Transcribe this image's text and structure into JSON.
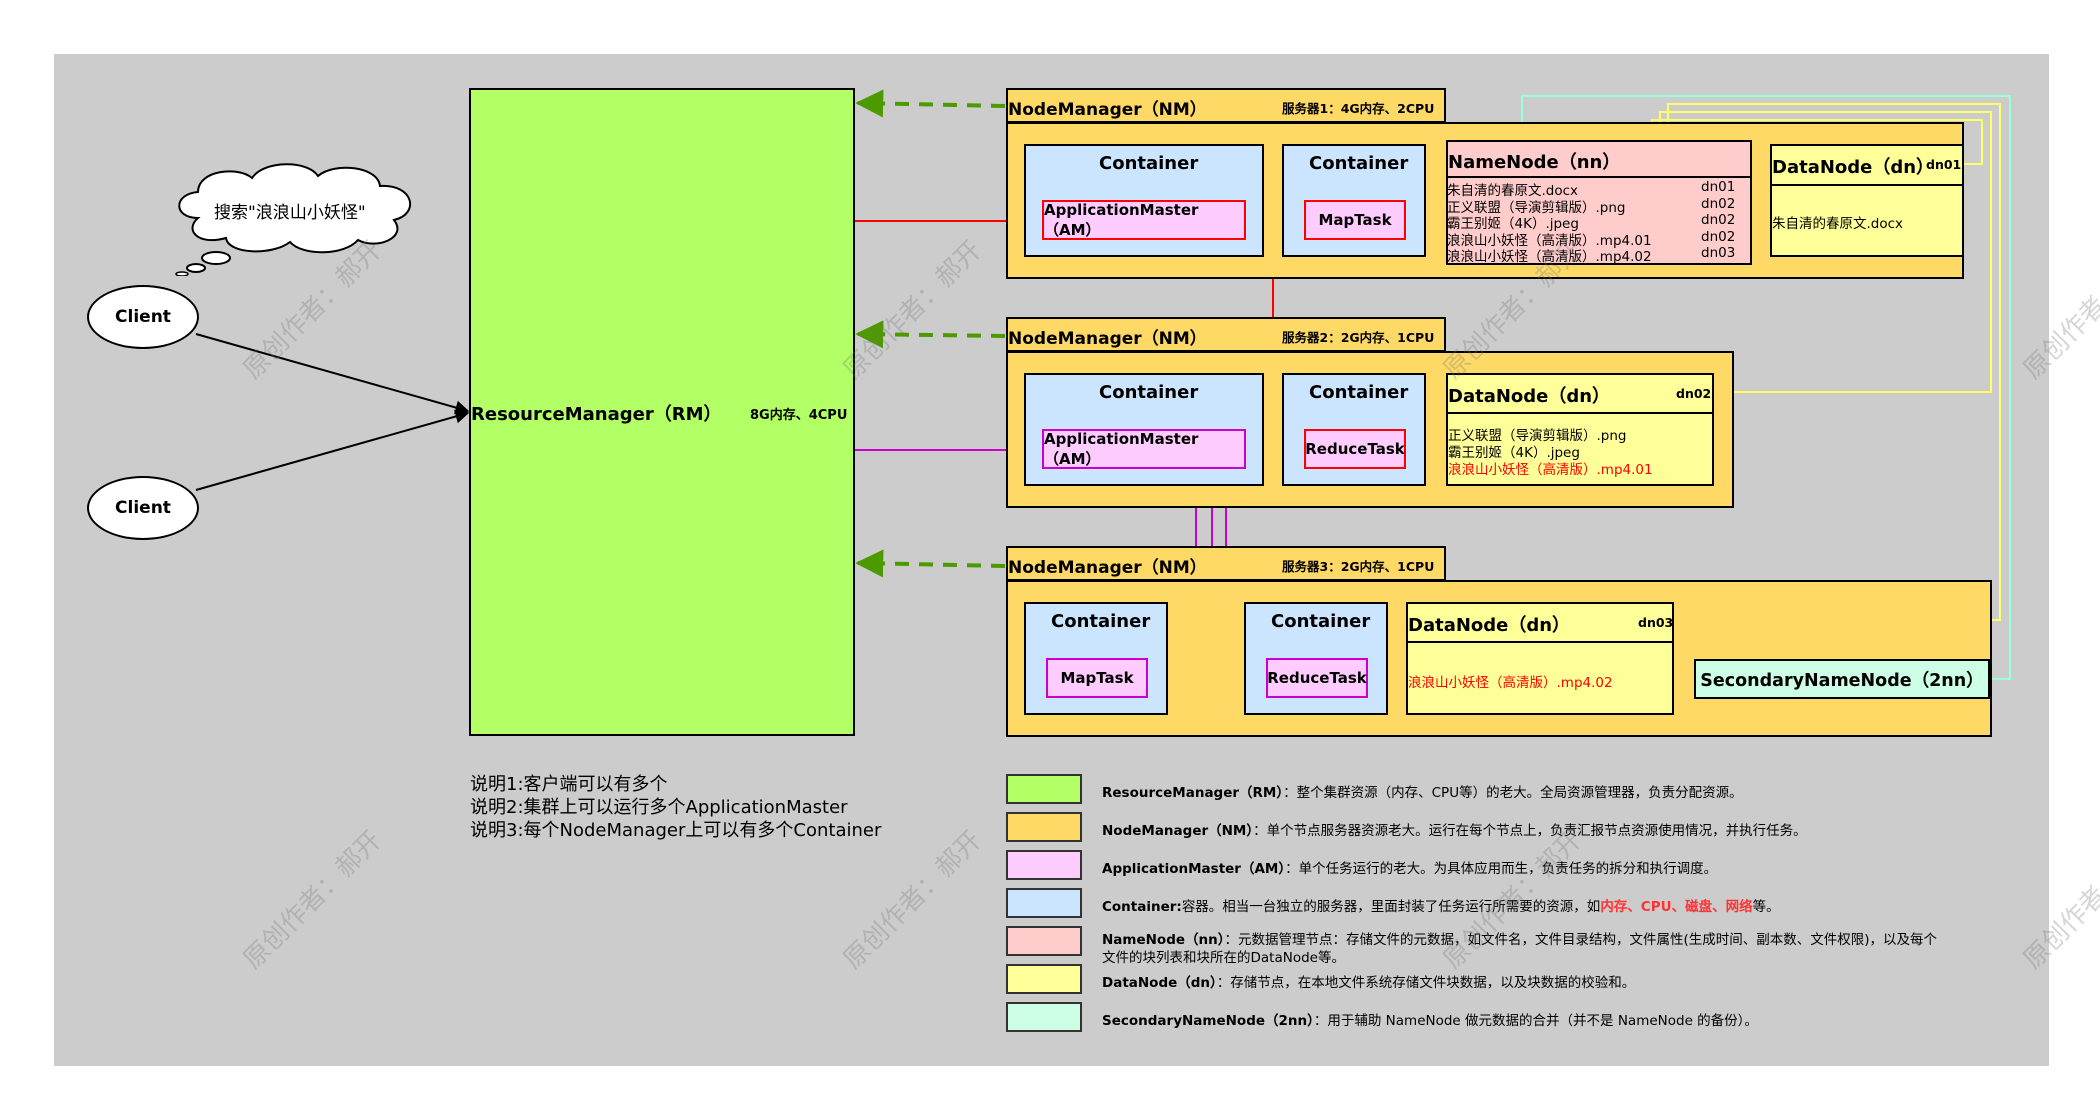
{
  "colors": {
    "background": "#cccccc",
    "resource_manager": "#b3ff66",
    "node_manager": "#ffd966",
    "application_master": "#ffccff",
    "container": "#cce5ff",
    "namenode": "#ffcccc",
    "datanode": "#ffff99",
    "secondary_namenode": "#ccffe6",
    "arrow_green": "#4d9900",
    "arrow_red": "#ff0000",
    "arrow_magenta": "#cc00cc",
    "line_yellow": "#ffff66",
    "line_teal": "#99ffdd"
  },
  "cloud": {
    "text": "搜索\"浪浪山小妖怪\""
  },
  "clients": [
    "Client",
    "Client"
  ],
  "rm": {
    "title": "ResourceManager（RM）",
    "spec": "8G内存、4CPU"
  },
  "nm1": {
    "title": "NodeManager（NM）",
    "spec": "服务器1：4G内存、2CPU",
    "container_a": "Container",
    "am": "ApplicationMaster（AM）",
    "container_b": "Container",
    "task": "MapTask",
    "namenode": {
      "title": "NameNode（nn）",
      "rows": [
        {
          "file": "朱自清的春原文.docx",
          "node": "dn01"
        },
        {
          "file": "正义联盟（导演剪辑版）.png",
          "node": "dn02"
        },
        {
          "file": "霸王别姬（4K）.jpeg",
          "node": "dn02"
        },
        {
          "file": "浪浪山小妖怪（高清版）.mp4.01",
          "node": "dn02"
        },
        {
          "file": "浪浪山小妖怪（高清版）.mp4.02",
          "node": "dn03"
        }
      ]
    },
    "datanode": {
      "title": "DataNode（dn）",
      "id": "dn01",
      "files": [
        "朱自清的春原文.docx"
      ]
    }
  },
  "nm2": {
    "title": "NodeManager（NM）",
    "spec": "服务器2：2G内存、1CPU",
    "container_a": "Container",
    "am": "ApplicationMaster（AM）",
    "container_b": "Container",
    "task": "ReduceTask",
    "datanode": {
      "title": "DataNode（dn）",
      "id": "dn02",
      "files": [
        "正义联盟（导演剪辑版）.png",
        "霸王别姬（4K）.jpeg"
      ],
      "highlight_file": "浪浪山小妖怪（高清版）.mp4.01"
    }
  },
  "nm3": {
    "title": "NodeManager（NM）",
    "spec": "服务器3：2G内存、1CPU",
    "container_a": "Container",
    "task_a": "MapTask",
    "container_b": "Container",
    "task_b": "ReduceTask",
    "datanode": {
      "title": "DataNode（dn）",
      "id": "dn03",
      "highlight_file": "浪浪山小妖怪（高清版）.mp4.02"
    },
    "secondary": "SecondaryNameNode（2nn）"
  },
  "notes": [
    "说明1:客户端可以有多个",
    "说明2:集群上可以运行多个ApplicationMaster",
    "说明3:每个NodeManager上可以有多个Container"
  ],
  "legend": {
    "rm": {
      "term": "ResourceManager（RM）",
      "desc": "：整个集群资源（内存、CPU等）的老大。全局资源管理器，负责分配资源。"
    },
    "nm": {
      "term": "NodeManager（NM）",
      "desc": "：单个节点服务器资源老大。运行在每个节点上，负责汇报节点资源使用情况，并执行任务。"
    },
    "am": {
      "term": "ApplicationMaster（AM）",
      "desc": "：单个任务运行的老大。为具体应用而生，负责任务的拆分和执行调度。"
    },
    "container": {
      "term": "Container:",
      "desc_a": "容器。相当一台独立的服务器，里面封装了任务运行所需要的资源，如",
      "desc_red": "内存、CPU、磁盘、网络",
      "desc_b": "等。"
    },
    "nn": {
      "term": "NameNode（nn）",
      "desc": "：元数据管理节点：存储文件的元数据，如文件名，文件目录结构，文件属性(生成时间、副本数、文件权限)，以及每个",
      "desc_line2": "文件的块列表和块所在的DataNode等。"
    },
    "dn": {
      "term": "DataNode（dn）",
      "desc": "：存储节点，在本地文件系统存储文件块数据，以及块数据的校验和。"
    },
    "snn": {
      "term": "SecondaryNameNode（2nn）",
      "desc": "：用于辅助 NameNode 做元数据的合并（并不是 NameNode 的备份）。"
    }
  },
  "watermark": "原创作者：郝开"
}
